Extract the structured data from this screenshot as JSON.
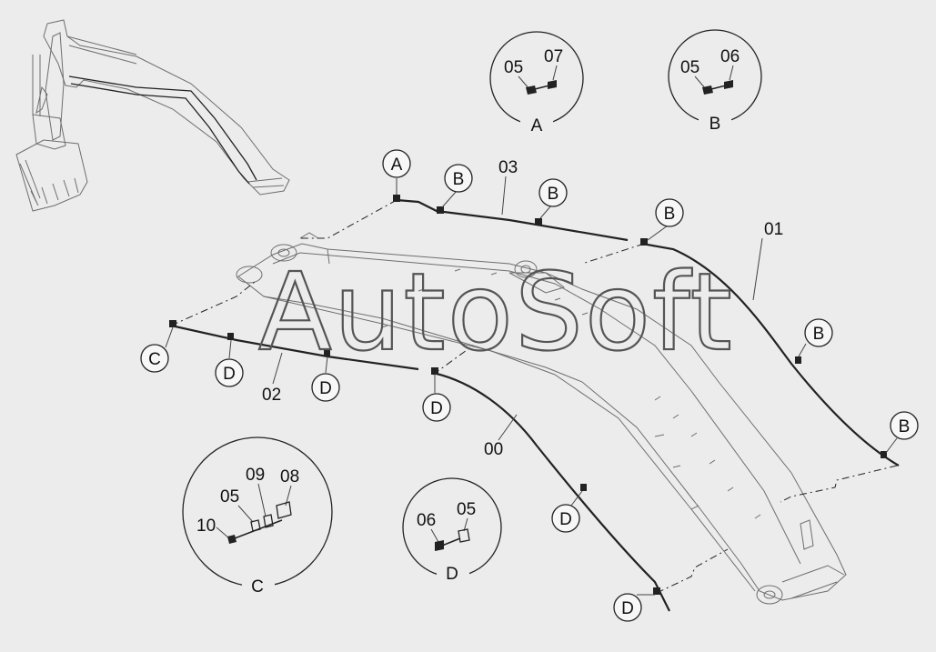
{
  "watermark": "AutoSoft",
  "part_numbers": {
    "p00": "00",
    "p01": "01",
    "p02": "02",
    "p03": "03"
  },
  "detail_views": {
    "A": {
      "caption": "A",
      "parts": [
        "05",
        "07"
      ]
    },
    "B": {
      "caption": "B",
      "parts": [
        "05",
        "06"
      ]
    },
    "C": {
      "caption": "C",
      "parts": [
        "10",
        "05",
        "09",
        "08"
      ]
    },
    "D": {
      "caption": "D",
      "parts": [
        "06",
        "05"
      ]
    }
  },
  "callouts": {
    "a1": "A",
    "b1": "B",
    "b2": "B",
    "b3": "B",
    "b4": "B",
    "b5": "B",
    "c1": "C",
    "d1": "D",
    "d2": "D",
    "d3": "D",
    "d4": "D",
    "d5": "D"
  }
}
